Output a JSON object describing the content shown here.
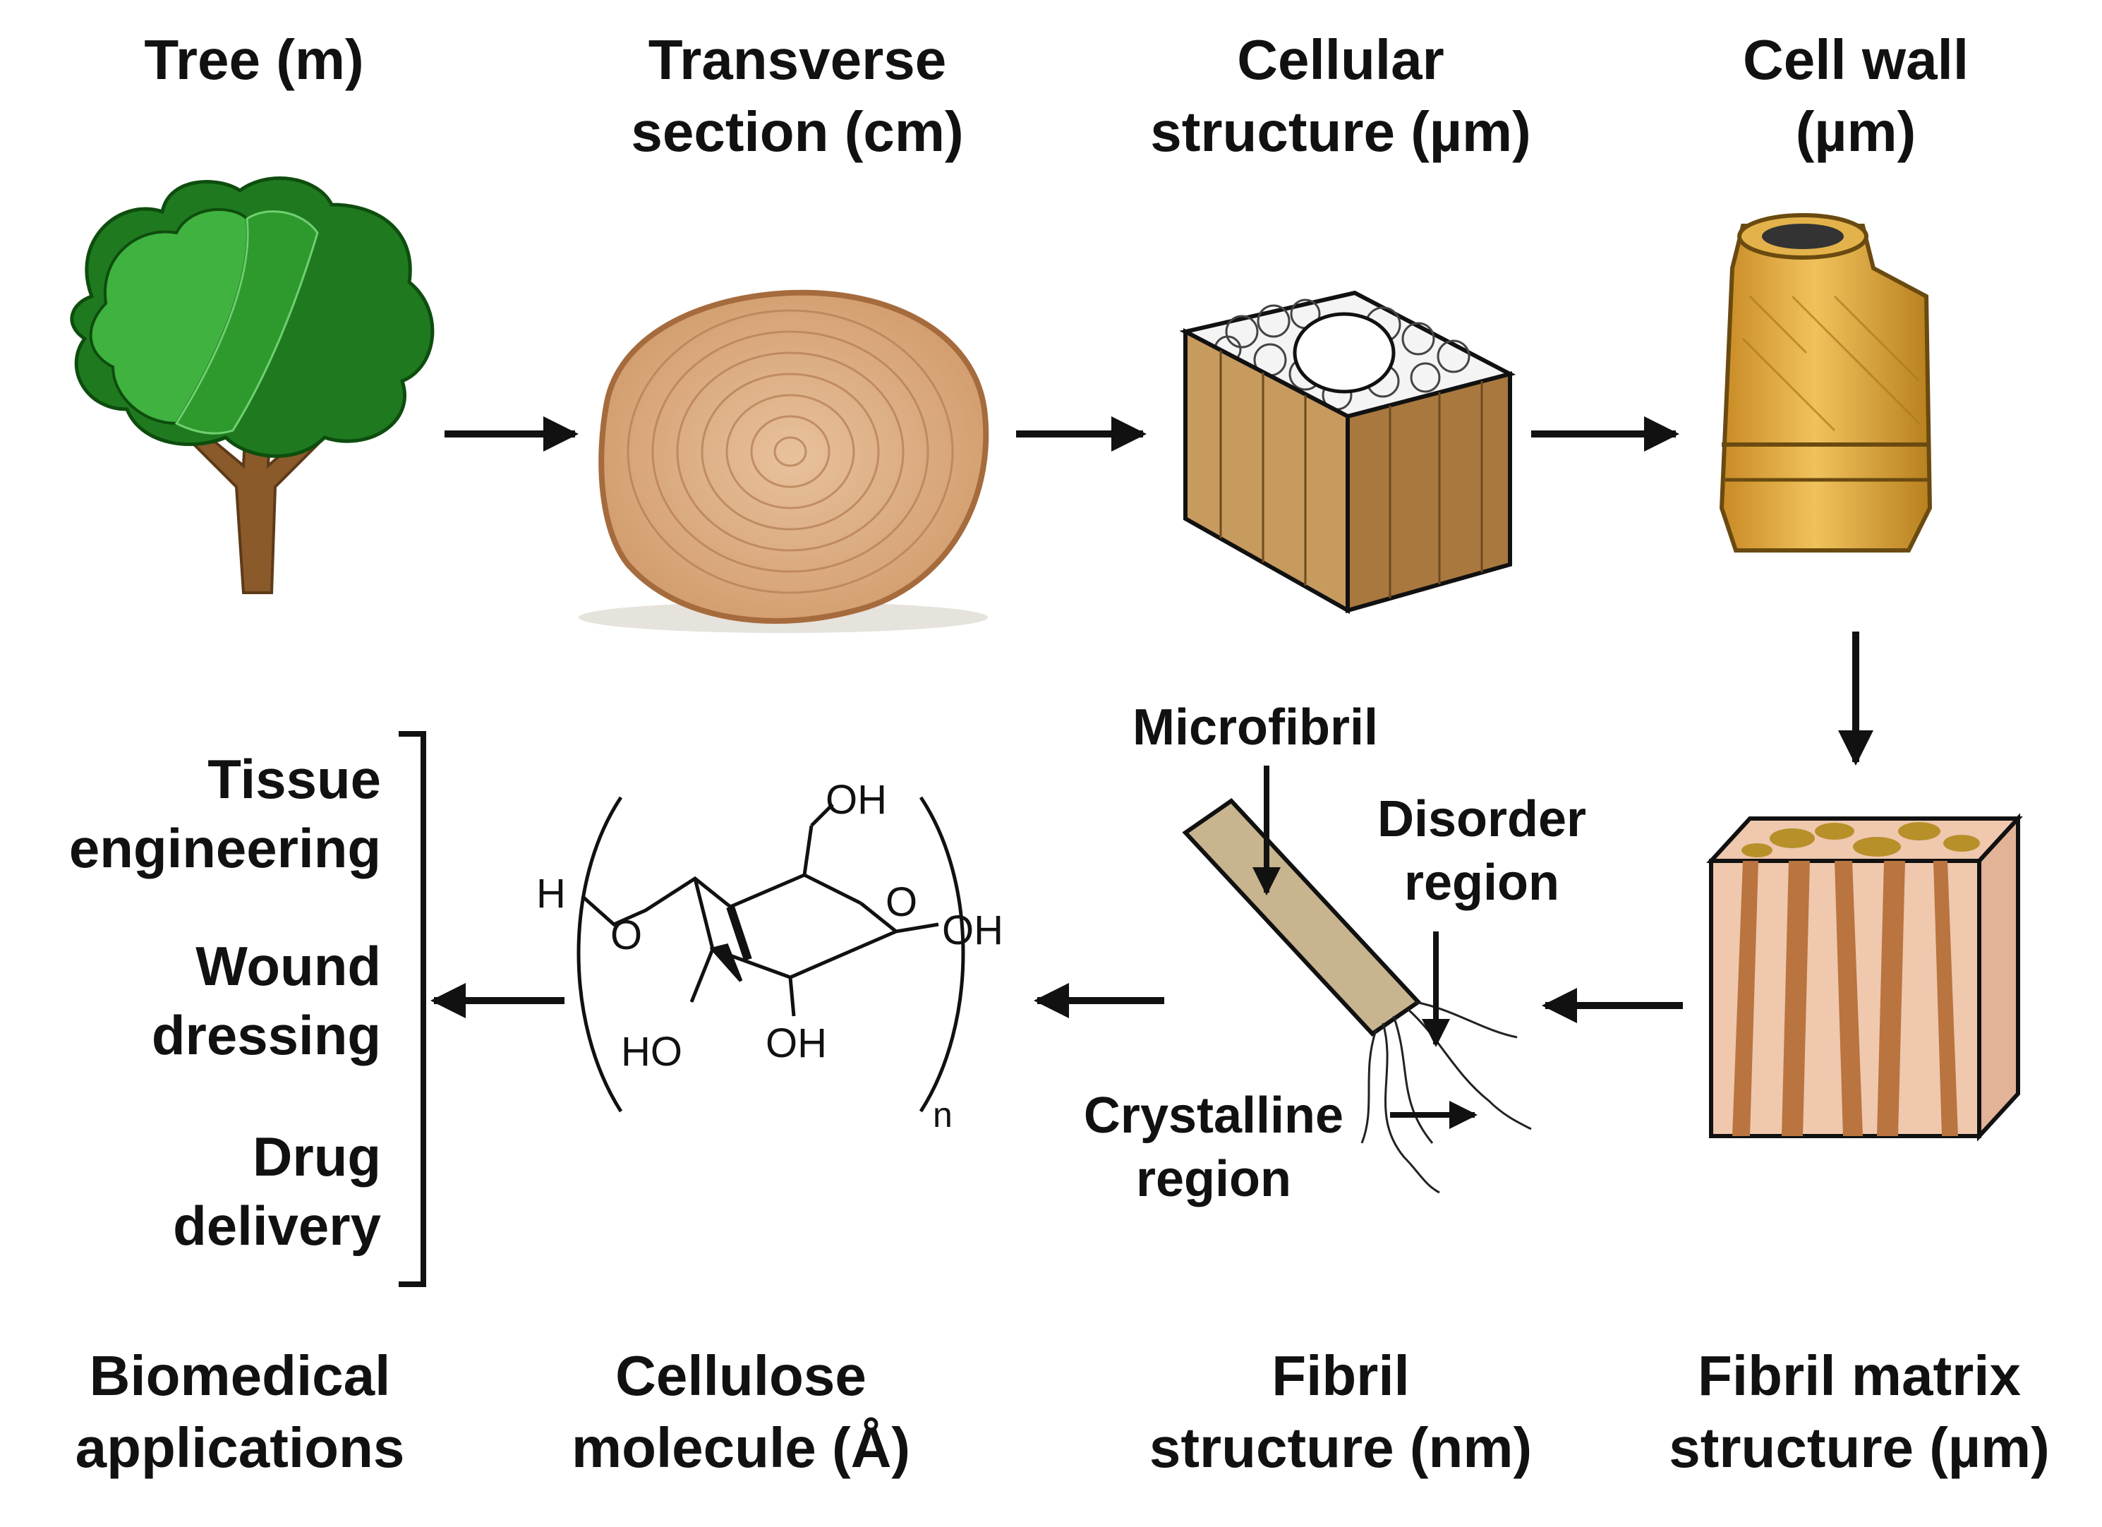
{
  "stages": {
    "tree": {
      "line1": "Tree (m)"
    },
    "transverse": {
      "line1": "Transverse",
      "line2": "section (cm)"
    },
    "cellular": {
      "line1": "Cellular",
      "line2": "structure (µm)"
    },
    "cellwall": {
      "line1": "Cell wall",
      "line2": "(µm)"
    },
    "fibril_matrix": {
      "line1": "Fibril matrix",
      "line2": "structure (µm)"
    },
    "fibril": {
      "line1": "Fibril",
      "line2": "structure (nm)"
    },
    "cellulose": {
      "line1": "Cellulose",
      "line2": "molecule (Å)"
    },
    "biomedical": {
      "line1": "Biomedical",
      "line2": "applications"
    }
  },
  "fibril_labels": {
    "microfibril": "Microfibril",
    "disorder_1": "Disorder",
    "disorder_2": "region",
    "crystalline_1": "Crystalline",
    "crystalline_2": "region"
  },
  "applications": [
    {
      "line1": "Tissue",
      "line2": "engineering"
    },
    {
      "line1": "Wound",
      "line2": "dressing"
    },
    {
      "line1": "Drug",
      "line2": "delivery"
    }
  ],
  "molecule": {
    "oh_top": "OH",
    "oh_right": "OH",
    "ho_left": "HO",
    "oh_bottom": "OH",
    "h": "H",
    "o_link": "O",
    "o_ring": "O",
    "n": "n"
  },
  "colors": {
    "tree_dark": "#1f7a1f",
    "tree_light": "#3fb23f",
    "trunk": "#8a5a2b",
    "wood": "#d9a679",
    "wood_ring": "#b9825a",
    "cellwall": "#d9a441",
    "fibril_tan": "#c8b48e",
    "matrix_pink": "#efc8ae",
    "matrix_stripe": "#b9743f",
    "matrix_dot": "#b8902a"
  }
}
